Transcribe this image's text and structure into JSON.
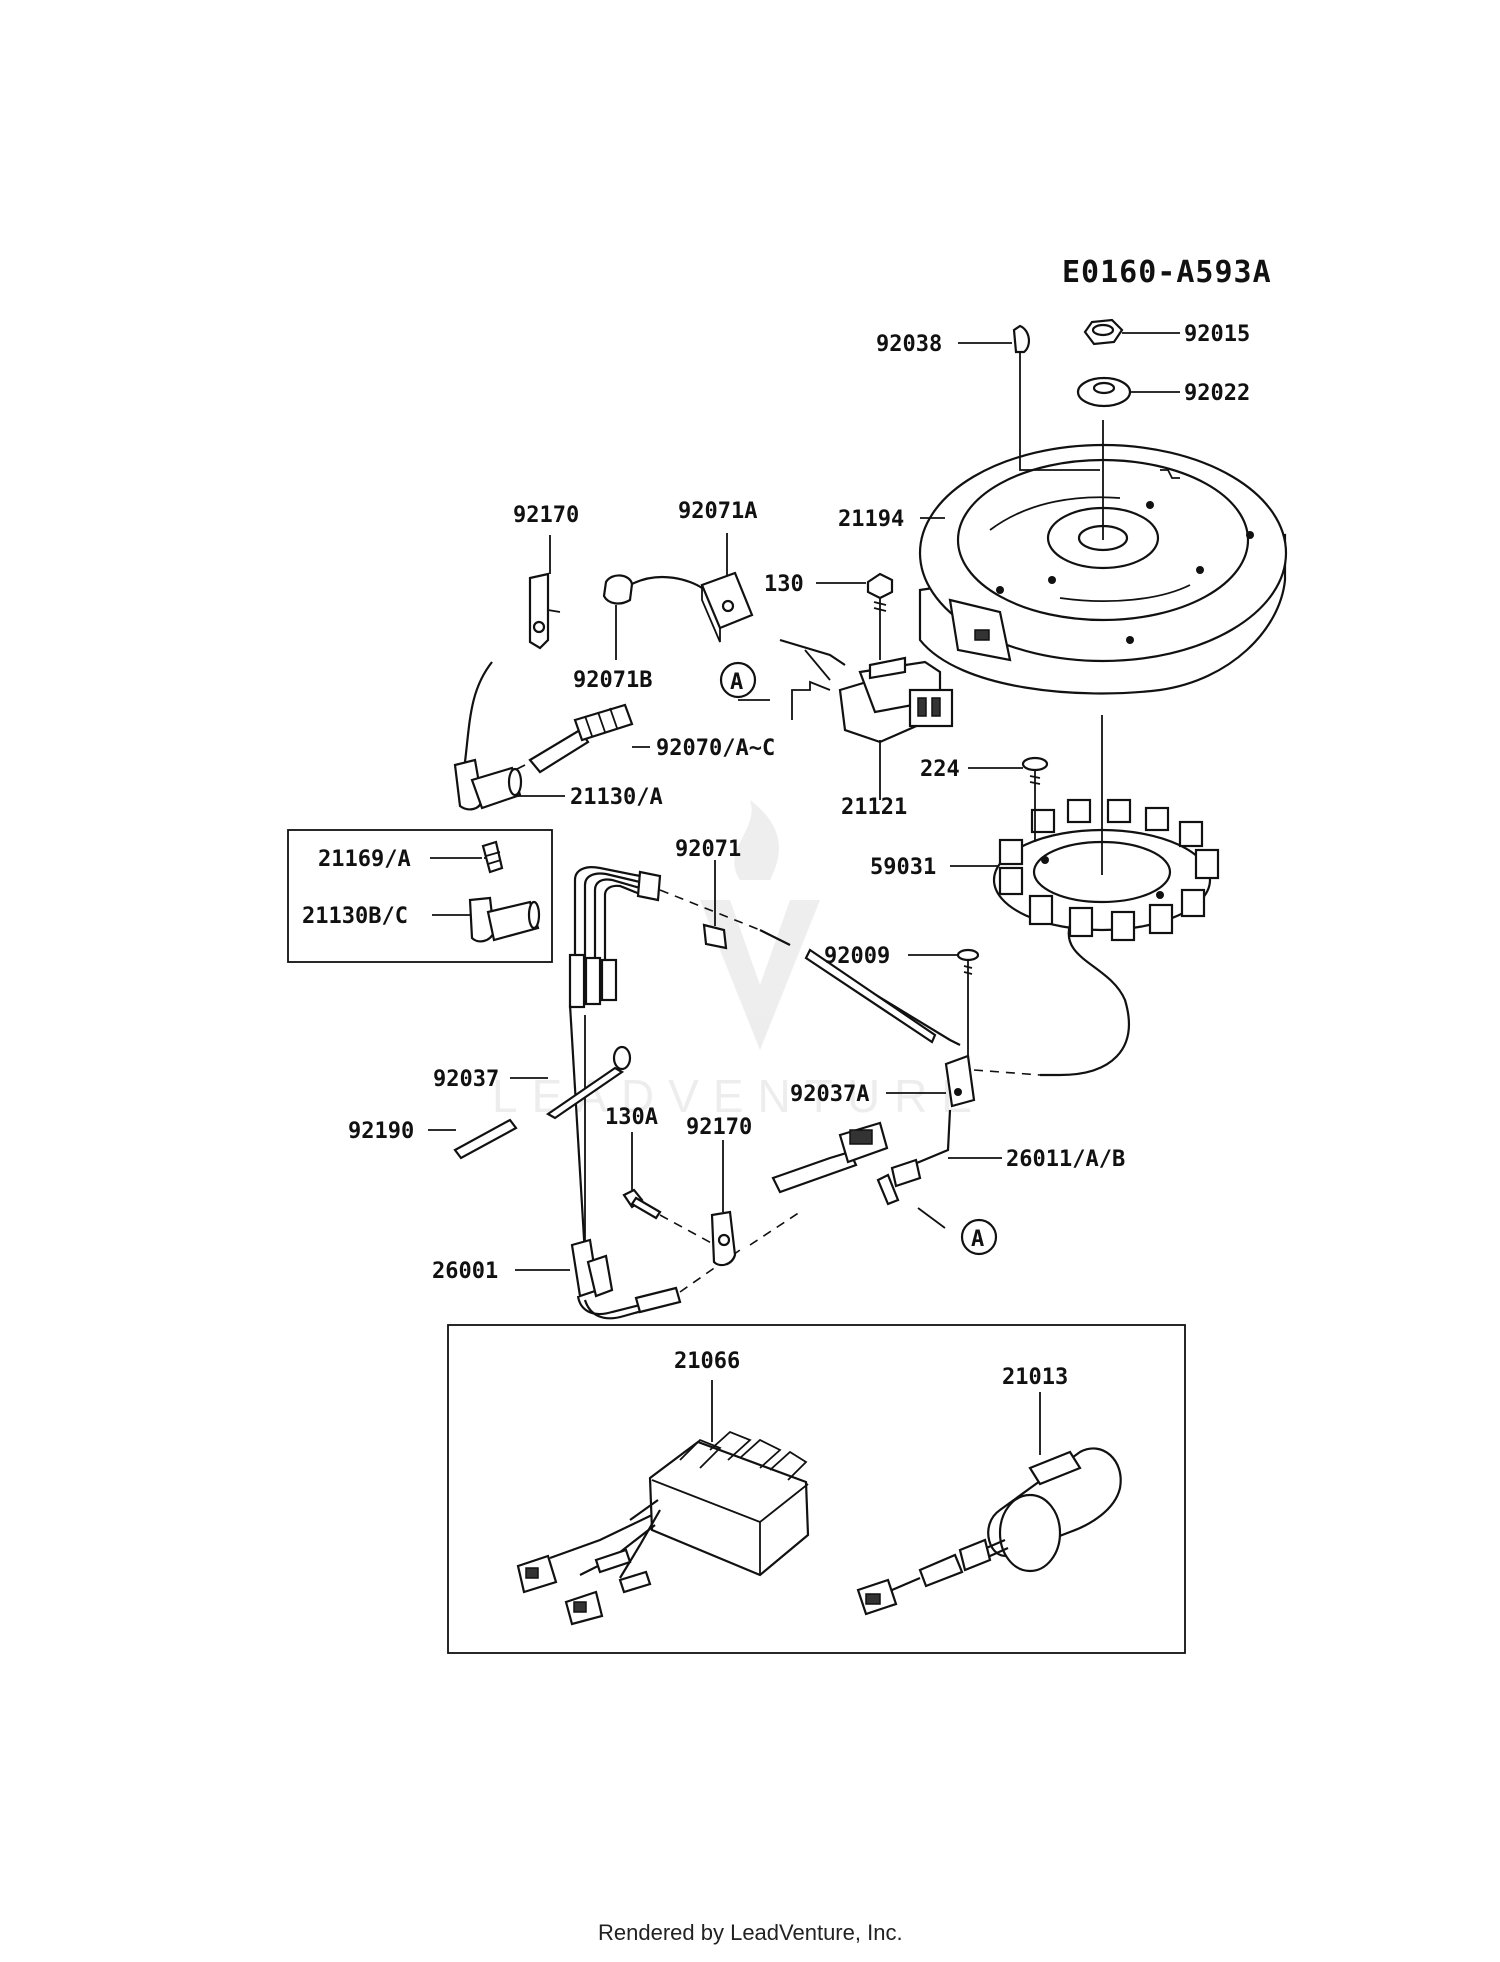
{
  "diagram_code": "E0160-A593A",
  "footer": "Rendered by LeadVenture, Inc.",
  "watermark": "LEADVENTURE",
  "callouts": {
    "ref_a_top": "A",
    "ref_a_bottom": "A"
  },
  "parts": {
    "p92038": "92038",
    "p92015": "92015",
    "p92022": "92022",
    "p92170_top": "92170",
    "p92071A": "92071A",
    "p21194": "21194",
    "p130": "130",
    "p92071B": "92071B",
    "p92070": "92070/A~C",
    "p21130": "21130/A",
    "p21121": "21121",
    "p224": "224",
    "p21169": "21169/A",
    "p21130BC": "21130B/C",
    "p92071": "92071",
    "p59031": "59031",
    "p92009": "92009",
    "p92037": "92037",
    "p92037A": "92037A",
    "p92190": "92190",
    "p130A": "130A",
    "p92170_bottom": "92170",
    "p26011": "26011/A/B",
    "p26001": "26001",
    "p21066": "21066",
    "p21013": "21013"
  }
}
